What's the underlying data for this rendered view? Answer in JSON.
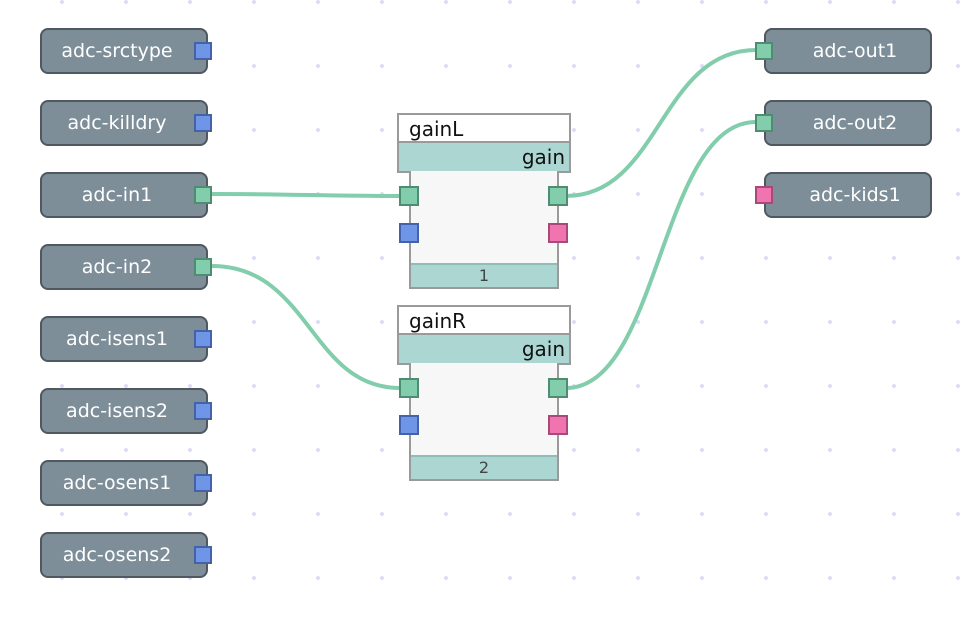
{
  "colors": {
    "wire": "#82cdac",
    "node": "#7d8e99",
    "port_audio": "#82cdac",
    "port_control": "#6f95e6",
    "port_event": "#ef74b0",
    "block_bar": "#acd6d2"
  },
  "inputs": [
    {
      "label": "adc-srctype",
      "port": "control"
    },
    {
      "label": "adc-killdry",
      "port": "control"
    },
    {
      "label": "adc-in1",
      "port": "audio"
    },
    {
      "label": "adc-in2",
      "port": "audio"
    },
    {
      "label": "adc-isens1",
      "port": "control"
    },
    {
      "label": "adc-isens2",
      "port": "control"
    },
    {
      "label": "adc-osens1",
      "port": "control"
    },
    {
      "label": "adc-osens2",
      "port": "control"
    }
  ],
  "outputs": [
    {
      "label": "adc-out1",
      "port": "audio"
    },
    {
      "label": "adc-out2",
      "port": "audio"
    },
    {
      "label": "adc-kids1",
      "port": "event"
    }
  ],
  "blocks": [
    {
      "name": "gainL",
      "type": "gain",
      "index": "1"
    },
    {
      "name": "gainR",
      "type": "gain",
      "index": "2"
    }
  ],
  "connections": [
    {
      "from": "adc-in1",
      "to": "gainL.in"
    },
    {
      "from": "adc-in2",
      "to": "gainR.in"
    },
    {
      "from": "gainL.out",
      "to": "adc-out1"
    },
    {
      "from": "gainR.out",
      "to": "adc-out2"
    }
  ]
}
